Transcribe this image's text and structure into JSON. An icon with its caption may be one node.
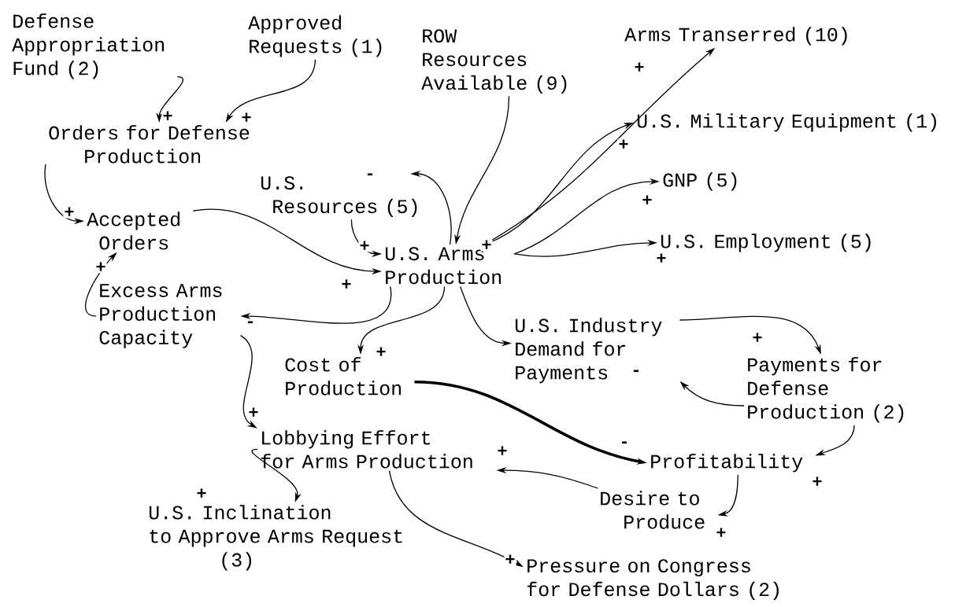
{
  "diagram": {
    "nodes": [
      {
        "text": [
          "Defense Appropriation Fund (2)"
        ]
      },
      {
        "text": [
          "Approved Requests (1)"
        ]
      },
      {
        "text": [
          "ROW Resources Available (9)"
        ]
      },
      {
        "text": [
          "Arms Transerred (10)"
        ]
      },
      {
        "text": [
          "U.S. Military Equipment (1)"
        ]
      },
      {
        "text": [
          "Orders for Defense Production"
        ]
      },
      {
        "text": [
          "U.S. Resources (5)"
        ]
      },
      {
        "text": [
          "GNP (5)"
        ]
      },
      {
        "text": [
          "Accepted Orders"
        ]
      },
      {
        "text": [
          "U.S. Arms Production"
        ]
      },
      {
        "text": [
          "U.S. Employment (5)"
        ]
      },
      {
        "text": [
          "Excess Arms Production Capacity"
        ]
      },
      {
        "text": [
          "U.S. Industry Demand for Payments"
        ]
      },
      {
        "text": [
          "Payments for Defense Production (2)"
        ]
      },
      {
        "text": [
          "Cost of Production"
        ]
      },
      {
        "text": [
          "Lobbying Effort for Arms Production"
        ]
      },
      {
        "text": [
          "Profitability"
        ]
      },
      {
        "text": [
          "Desire to Produce"
        ]
      },
      {
        "text": [
          "U.S. Inclination to Approve Arms Request (3)"
        ]
      },
      {
        "text": [
          "Pressure on Congress for Defense Dollars (2)"
        ]
      }
    ],
    "edges": [
      {
        "from": 0,
        "to": 5,
        "arrow": "to",
        "label": "+"
      },
      {
        "from": 1,
        "to": 5,
        "arrow": "to",
        "label": "+"
      },
      {
        "from": 5,
        "to": 8,
        "arrow": "to",
        "label": "+"
      },
      {
        "from": 11,
        "to": 8,
        "arrow": "to",
        "label": "+"
      },
      {
        "from": 8,
        "to": 9,
        "arrow": "to",
        "label": "+"
      },
      {
        "from": 6,
        "to": 9,
        "arrow": "to",
        "label": "+"
      },
      {
        "from": 9,
        "to": 6,
        "arrow": "to",
        "label": "-"
      },
      {
        "from": 2,
        "to": 9,
        "arrow": "to",
        "label": "+"
      },
      {
        "from": 9,
        "to": 3,
        "arrow": "to",
        "label": "+"
      },
      {
        "from": 9,
        "to": 4,
        "arrow": "to",
        "label": "+"
      },
      {
        "from": 9,
        "to": 7,
        "arrow": "to",
        "label": "+"
      },
      {
        "from": 9,
        "to": 10,
        "arrow": "to",
        "label": "+"
      },
      {
        "from": 9,
        "to": 11,
        "arrow": "to",
        "label": "-"
      },
      {
        "from": 9,
        "to": 14,
        "arrow": "to",
        "label": "+"
      },
      {
        "from": 9,
        "to": 12,
        "arrow": "to"
      },
      {
        "from": 12,
        "to": 13,
        "arrow": "to",
        "label": "+"
      },
      {
        "from": 13,
        "to": 12,
        "arrow": "to",
        "label": "-"
      },
      {
        "from": 14,
        "to": 16,
        "arrow": "to",
        "label": "-",
        "style": "thick"
      },
      {
        "from": 13,
        "to": 16,
        "arrow": "to",
        "label": "+"
      },
      {
        "from": 16,
        "to": 17,
        "arrow": "to",
        "label": "+"
      },
      {
        "from": 17,
        "to": 15,
        "arrow": "to",
        "label": "+"
      },
      {
        "from": 11,
        "to": 15,
        "arrow": "to",
        "label": "+"
      },
      {
        "from": 15,
        "to": 18,
        "arrow": "to",
        "label": "+"
      },
      {
        "from": 15,
        "to": 19,
        "arrow": "to",
        "label": "+"
      }
    ]
  }
}
